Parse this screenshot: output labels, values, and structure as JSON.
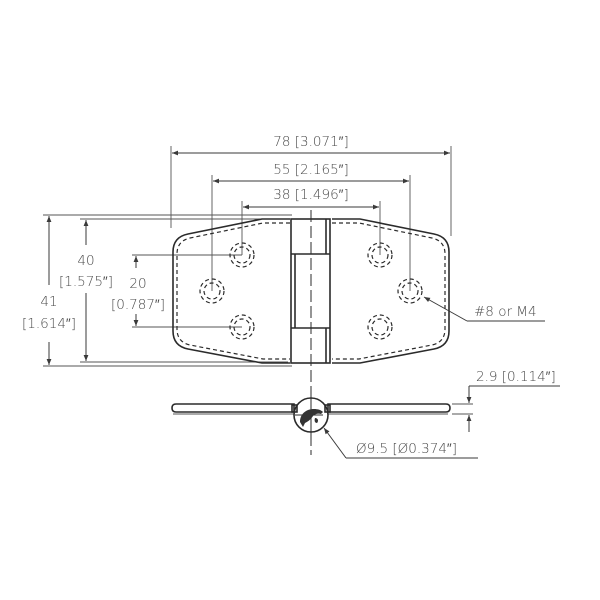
{
  "drawing": {
    "title": "Butt hinge dimension drawing",
    "units": "mm [in]",
    "stroke_color": "#2b2b2b",
    "text_color": "#4a4a4a"
  },
  "dimensions": {
    "overall_length": {
      "label": "78 [3.071″]",
      "mm": 78,
      "in": 3.071
    },
    "outer_hole_spacing": {
      "label": "55 [2.165″]",
      "mm": 55,
      "in": 2.165
    },
    "inner_hole_spacing": {
      "label": "38 [1.496″]",
      "mm": 38,
      "in": 1.496
    },
    "overall_height": {
      "mm_label": "41",
      "in_label": "[1.614″]",
      "mm": 41,
      "in": 1.614
    },
    "plate_height": {
      "mm_label": "40",
      "in_label": "[1.575″]",
      "mm": 40,
      "in": 1.575
    },
    "hole_vertical_spacing": {
      "mm_label": "20",
      "in_label": "[0.787″]",
      "mm": 20,
      "in": 0.787
    },
    "thickness": {
      "label": "2.9 [0.114″]",
      "mm": 2.9,
      "in": 0.114
    },
    "knuckle_diameter": {
      "label": "Ø9.5 [Ø0.374″]",
      "mm": 9.5,
      "in": 0.374
    }
  },
  "callouts": {
    "screw_size": "#8 or M4"
  },
  "views": {
    "top_view": {
      "holes_per_leaf": 3,
      "leaves": 2
    },
    "side_view": {
      "logo": "whale-logo-icon"
    }
  }
}
